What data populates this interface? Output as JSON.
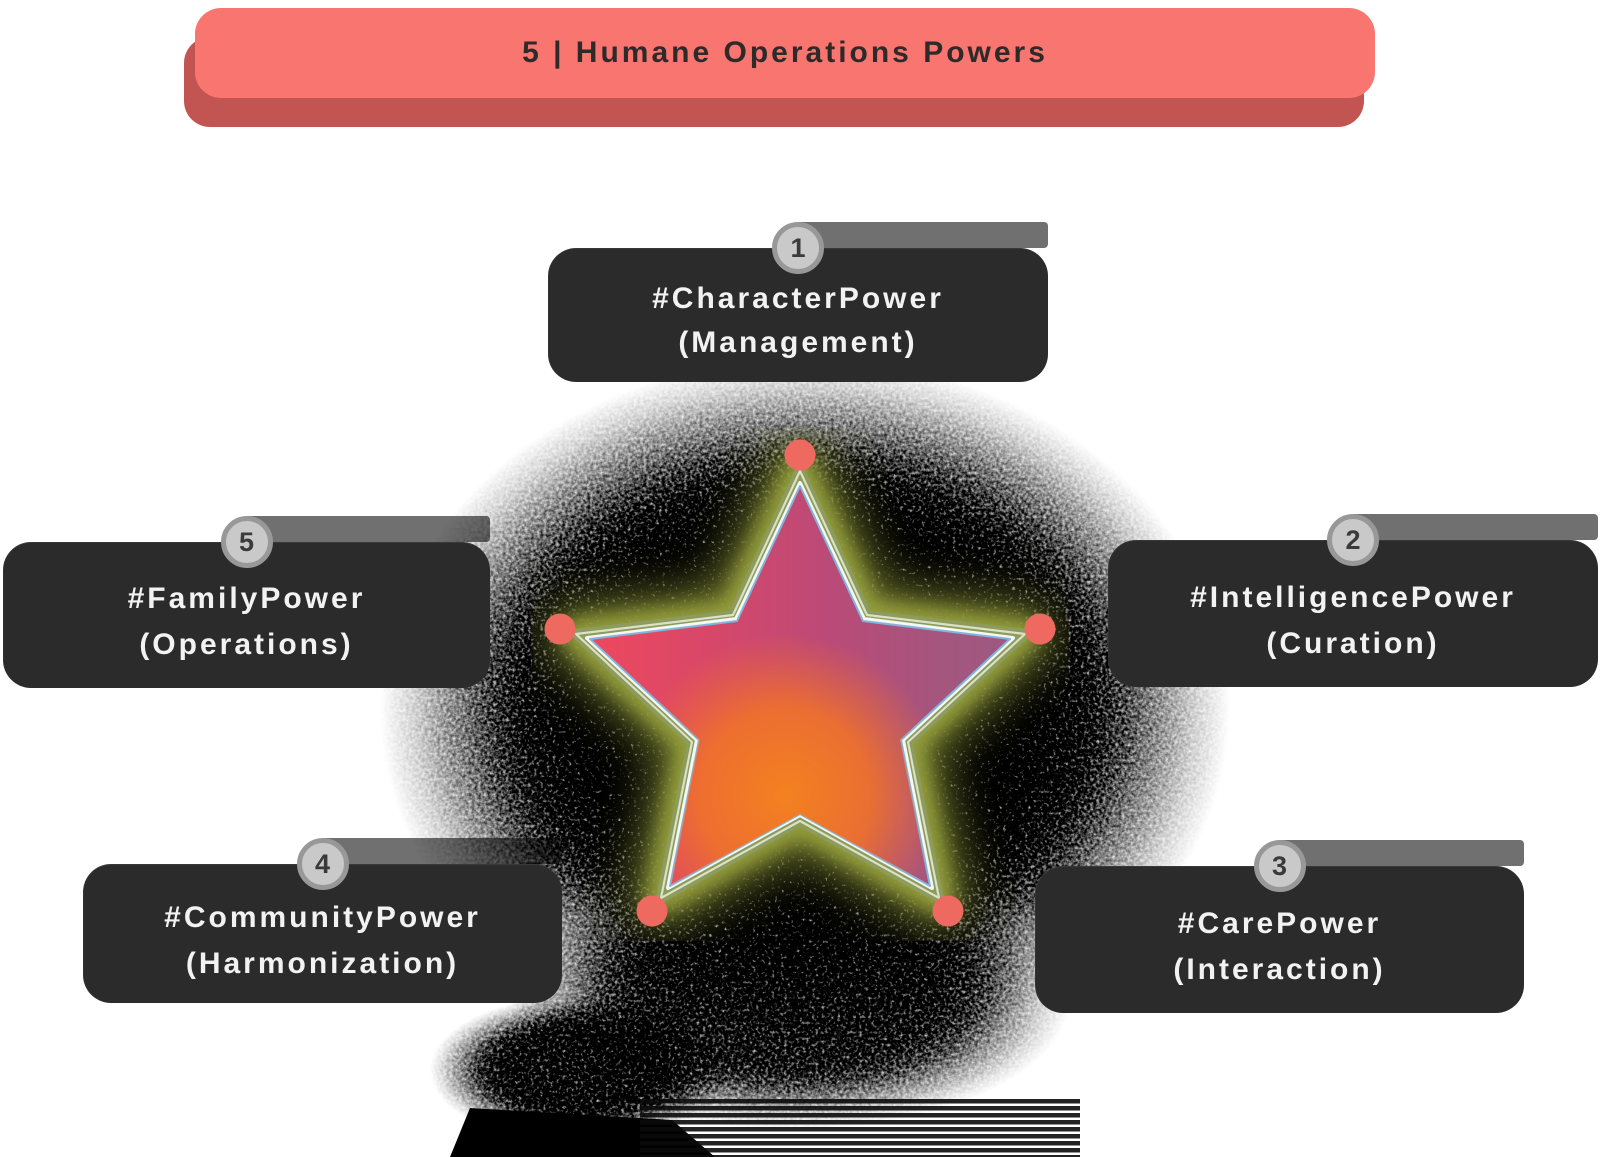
{
  "banner": {
    "title": "5 | Humane Operations Powers"
  },
  "powers": [
    {
      "number": "1",
      "hashtag": "#CharacterPower",
      "role": "(Management)",
      "position": "top"
    },
    {
      "number": "2",
      "hashtag": "#IntelligencePower",
      "role": "(Curation)",
      "position": "right"
    },
    {
      "number": "3",
      "hashtag": "#CarePower",
      "role": "(Interaction)",
      "position": "bottom-right"
    },
    {
      "number": "4",
      "hashtag": "#CommunityPower",
      "role": "(Harmonization)",
      "position": "bottom-left"
    },
    {
      "number": "5",
      "hashtag": "#FamilyPower",
      "role": "(Operations)",
      "position": "left"
    }
  ],
  "star": {
    "points": 5,
    "outline_color": "#8d9b5c",
    "pale_edge_color": "#e3e9d3",
    "inner_stroke_color": "#f4f7f3",
    "accent_stroke_color": "#83b5da",
    "glow_color": "#9aa43c",
    "point_dot_color": "#ee6a61",
    "fill_left": "#f1495a",
    "fill_top": "#bb4a77",
    "fill_right": "#9a5a81",
    "fill_center_bottom": "#f5831d"
  },
  "colors": {
    "banner": {
      "bg": "#f87570",
      "shadow": "#c25551",
      "text": "#2e2a2a"
    },
    "card": {
      "bg": "#2b2b2b",
      "text": "#f2f2f2",
      "band": "#707070"
    },
    "badge": {
      "ring": "#989898",
      "fill": "#c9c9c9",
      "text": "#3a3a3a"
    },
    "canvas": {
      "bg": "#ffffff",
      "spray": "#000000"
    }
  }
}
